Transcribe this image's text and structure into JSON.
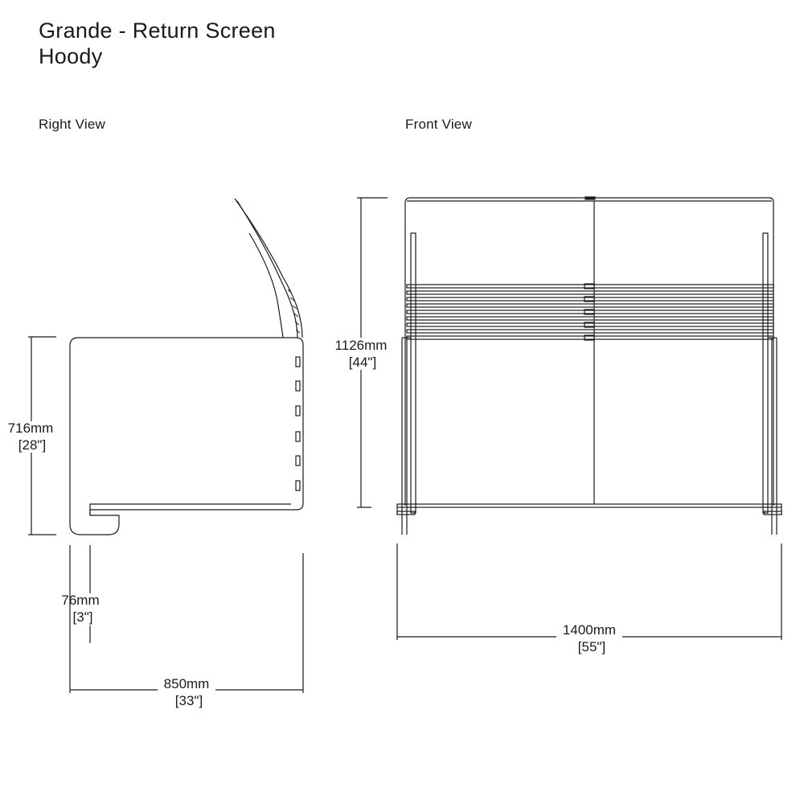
{
  "title": {
    "line1": "Grande - Return Screen",
    "line2": "Hoody"
  },
  "views": {
    "right": "Right View",
    "front": "Front View"
  },
  "dimensions": {
    "right_height_mm": "716mm",
    "right_height_in": "[28\"]",
    "foot_mm": "76mm",
    "foot_in": "[3\"]",
    "depth_mm": "850mm",
    "depth_in": "[33\"]",
    "front_height_mm": "1126mm",
    "front_height_in": "[44\"]",
    "width_mm": "1400mm",
    "width_in": "[55\"]"
  },
  "colors": {
    "line": "#1a1a1a"
  }
}
